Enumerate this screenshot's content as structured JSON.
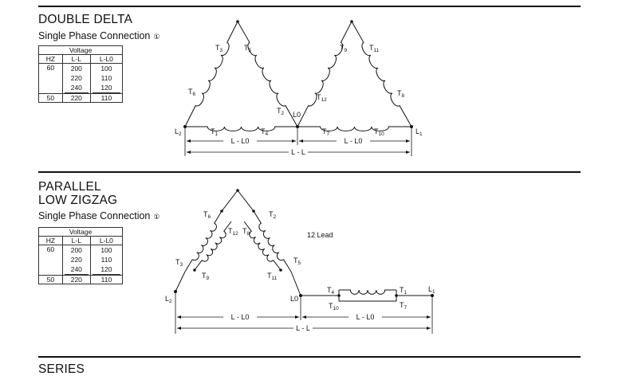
{
  "sections": [
    {
      "title_lines": [
        "DOUBLE DELTA"
      ],
      "subtitle": "Single Phase Connection",
      "subtitle_mark": "①",
      "table": {
        "header": "Voltage",
        "columns": [
          "HZ",
          "L-L",
          "L-L0"
        ],
        "rows": [
          {
            "hz": "60",
            "ll": [
              "200",
              "220",
              "240"
            ],
            "ll0": [
              "100",
              "110",
              "120"
            ]
          },
          {
            "hz": "50",
            "ll": [
              "220"
            ],
            "ll0": [
              "110"
            ]
          }
        ]
      },
      "labels": {
        "T3": {
          "m": "T",
          "s": "3"
        },
        "T5": {
          "m": "T",
          "s": "5"
        },
        "T6": {
          "m": "T",
          "s": "6"
        },
        "T2": {
          "m": "T",
          "s": "2"
        },
        "T9": {
          "m": "T",
          "s": "9"
        },
        "T11": {
          "m": "T",
          "s": "11"
        },
        "T12": {
          "m": "T",
          "s": "12"
        },
        "T8": {
          "m": "T",
          "s": "8"
        },
        "T1": {
          "m": "T",
          "s": "1"
        },
        "T4": {
          "m": "T",
          "s": "4"
        },
        "T7": {
          "m": "T",
          "s": "7"
        },
        "T10": {
          "m": "T",
          "s": "10"
        },
        "L2": {
          "m": "L",
          "s": "2"
        },
        "L1": {
          "m": "L",
          "s": "1"
        },
        "L0": "L0"
      },
      "dims": {
        "left": "L - L0",
        "right": "L - L0",
        "total": "L - L"
      }
    },
    {
      "title_lines": [
        "PARALLEL",
        "LOW ZIGZAG"
      ],
      "subtitle": "Single Phase Connection",
      "subtitle_mark": "①",
      "table": {
        "header": "Voltage",
        "columns": [
          "HZ",
          "L-L",
          "L-L0"
        ],
        "rows": [
          {
            "hz": "60",
            "ll": [
              "200",
              "220",
              "240"
            ],
            "ll0": [
              "100",
              "110",
              "120"
            ]
          },
          {
            "hz": "50",
            "ll": [
              "220"
            ],
            "ll0": [
              "110"
            ]
          }
        ]
      },
      "labels": {
        "T6": {
          "m": "T",
          "s": "6"
        },
        "T12": {
          "m": "T",
          "s": "12"
        },
        "T8": {
          "m": "T",
          "s": "8"
        },
        "T2": {
          "m": "T",
          "s": "2"
        },
        "T3": {
          "m": "T",
          "s": "3"
        },
        "T9": {
          "m": "T",
          "s": "9"
        },
        "T11": {
          "m": "T",
          "s": "11"
        },
        "T5": {
          "m": "T",
          "s": "5"
        },
        "T4": {
          "m": "T",
          "s": "4"
        },
        "T10": {
          "m": "T",
          "s": "10"
        },
        "T1": {
          "m": "T",
          "s": "1"
        },
        "T7": {
          "m": "T",
          "s": "7"
        },
        "L2": {
          "m": "L",
          "s": "2"
        },
        "L1": {
          "m": "L",
          "s": "1"
        },
        "L0": "L0"
      },
      "note": "12 Lead",
      "dims": {
        "left": "L - L0",
        "right": "L - L0",
        "total": "L - L"
      }
    },
    {
      "title_lines": [
        "SERIES"
      ]
    }
  ]
}
